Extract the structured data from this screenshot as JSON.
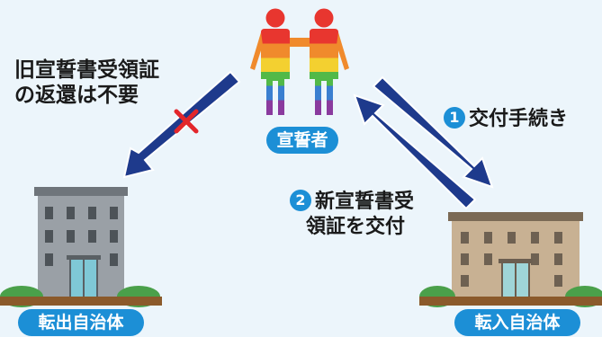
{
  "person": {
    "label": "宣誓者"
  },
  "municipalities": {
    "left": {
      "label": "転出自治体"
    },
    "right": {
      "label": "転入自治体"
    }
  },
  "notes": {
    "return_line1": "旧宣誓書受領証",
    "return_line2": "の返還は不要"
  },
  "steps": [
    {
      "number": "1",
      "text": "交付手続き"
    },
    {
      "number": "2",
      "text_line1": "新宣誓書受",
      "text_line2": "領証を交付"
    }
  ],
  "colors": {
    "arrow": "#1e3a8c",
    "cross": "#e3262b",
    "pill": "#1c8fd6",
    "left_building": "#9aa0a6",
    "right_building": "#c8b193"
  }
}
